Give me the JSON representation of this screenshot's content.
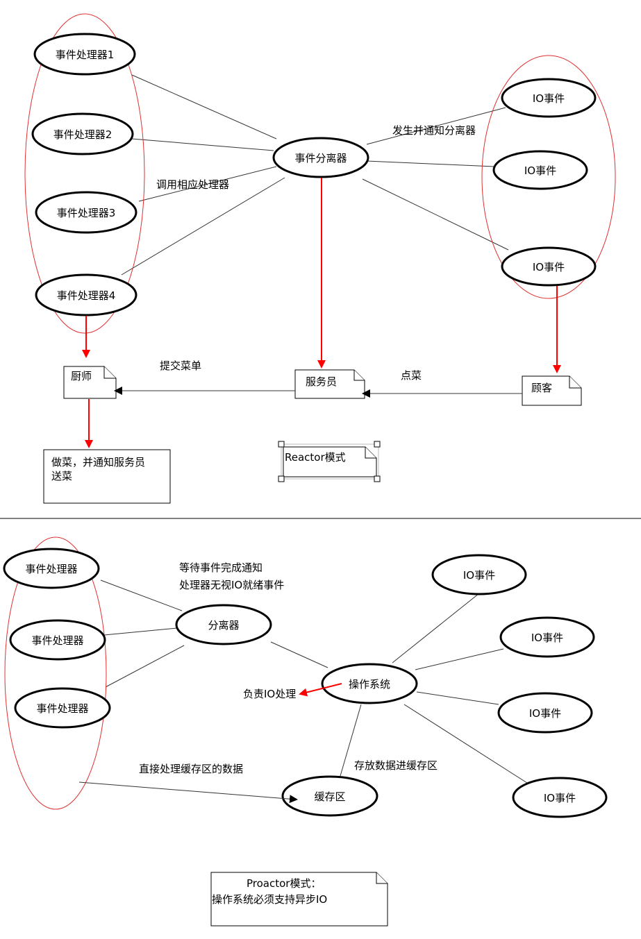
{
  "reactor": {
    "handlers": [
      "事件处理器1",
      "事件处理器2",
      "事件处理器3",
      "事件处理器4"
    ],
    "demux": "事件分离器",
    "io_events": [
      "IO事件",
      "IO事件",
      "IO事件"
    ],
    "edge_notify": "发生并通知分离器",
    "edge_call": "调用相应处理器",
    "chef": "厨师",
    "waiter": "服务员",
    "customer": "顾客",
    "submit_menu": "提交菜单",
    "order": "点菜",
    "cook_line1": "做菜，并通知服务员",
    "cook_line2": "送菜",
    "mode": "Reactor模式"
  },
  "proactor": {
    "handlers": [
      "事件处理器",
      "事件处理器",
      "事件处理器"
    ],
    "demux": "分离器",
    "wait_line1": "等待事件完成通知",
    "wait_line2": "处理器无视IO就绪事件",
    "os": "操作系统",
    "io_events": [
      "IO事件",
      "IO事件",
      "IO事件",
      "IO事件"
    ],
    "io_handle": "负责IO处理",
    "buffer": "缓存区",
    "store": "存放数据进缓存区",
    "direct": "直接处理缓存区的数据",
    "mode_line1": "Proactor模式：",
    "mode_line2": "操作系统必须支持异步IO"
  }
}
